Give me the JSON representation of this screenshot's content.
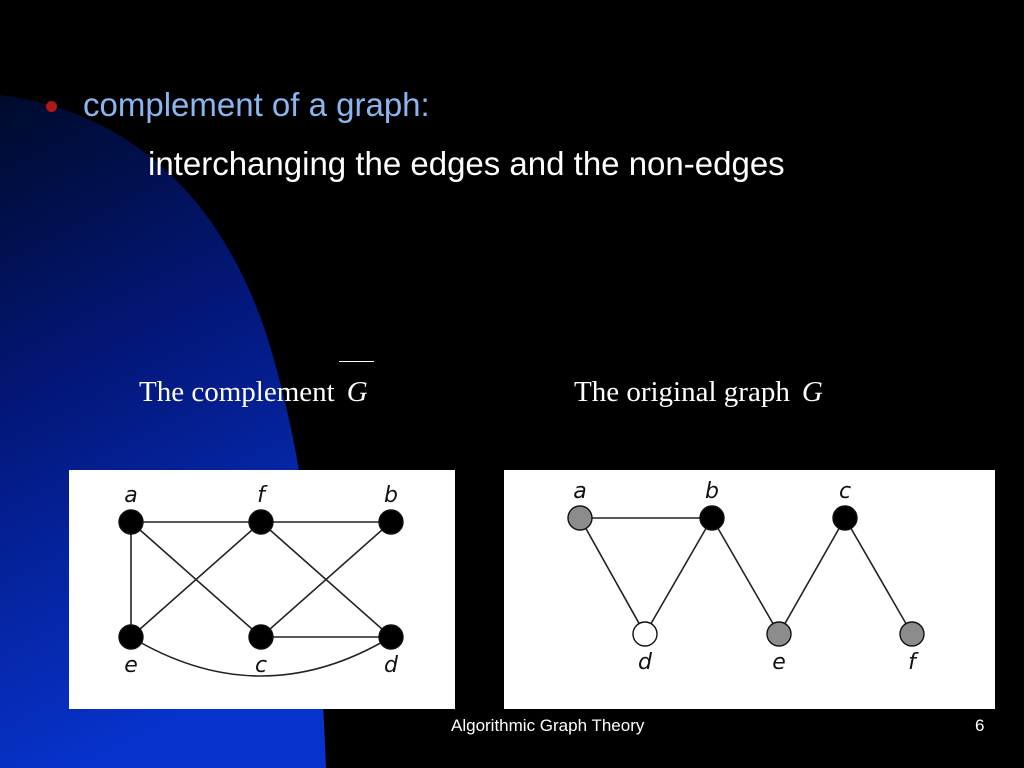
{
  "slide": {
    "bullet_text": "complement of a graph:",
    "sub_text": "interchanging the edges and the non-edges",
    "footer_title": "Algorithmic Graph Theory",
    "slide_number": "6"
  },
  "captions": {
    "left_text": "The complement",
    "left_symbol": "G",
    "right_text": "The original graph",
    "right_symbol": "G"
  },
  "colors": {
    "background": "#000000",
    "left_gradient_top": "#000a2a",
    "left_gradient_bottom": "#0733cc",
    "bullet": "#b01818",
    "bullet_text": "#8ab6f0",
    "node_black": "#000000",
    "node_gray": "#8c8c8c",
    "node_white": "#ffffff"
  },
  "complement_graph": {
    "vertices": [
      {
        "id": "a",
        "label": "a",
        "fill": "black"
      },
      {
        "id": "f",
        "label": "f",
        "fill": "black"
      },
      {
        "id": "b",
        "label": "b",
        "fill": "black"
      },
      {
        "id": "e",
        "label": "e",
        "fill": "black"
      },
      {
        "id": "c",
        "label": "c",
        "fill": "black"
      },
      {
        "id": "d",
        "label": "d",
        "fill": "black"
      }
    ],
    "edges": [
      [
        "a",
        "f"
      ],
      [
        "f",
        "b"
      ],
      [
        "a",
        "e"
      ],
      [
        "a",
        "c"
      ],
      [
        "f",
        "e"
      ],
      [
        "f",
        "d"
      ],
      [
        "b",
        "c"
      ],
      [
        "c",
        "d"
      ],
      [
        "e",
        "d"
      ]
    ]
  },
  "original_graph": {
    "vertices": [
      {
        "id": "a",
        "label": "a",
        "fill": "gray"
      },
      {
        "id": "b",
        "label": "b",
        "fill": "black"
      },
      {
        "id": "c",
        "label": "c",
        "fill": "black"
      },
      {
        "id": "d",
        "label": "d",
        "fill": "white"
      },
      {
        "id": "e",
        "label": "e",
        "fill": "gray"
      },
      {
        "id": "f",
        "label": "f",
        "fill": "gray"
      }
    ],
    "edges": [
      [
        "a",
        "b"
      ],
      [
        "a",
        "d"
      ],
      [
        "b",
        "d"
      ],
      [
        "b",
        "e"
      ],
      [
        "c",
        "e"
      ],
      [
        "c",
        "f"
      ]
    ]
  }
}
